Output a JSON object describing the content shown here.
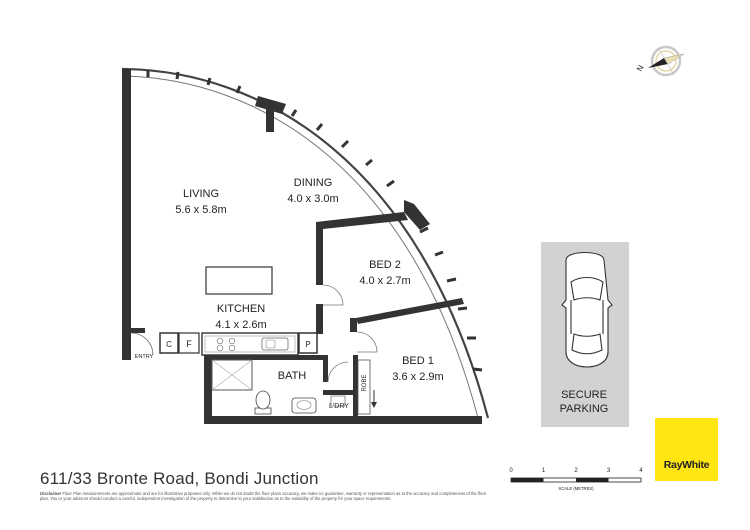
{
  "rooms": {
    "living": {
      "name": "LIVING",
      "size": "5.6 x 5.8m"
    },
    "dining": {
      "name": "DINING",
      "size": "4.0 x 3.0m"
    },
    "bed2": {
      "name": "BED 2",
      "size": "4.0 x 2.7m"
    },
    "kitchen": {
      "name": "KITCHEN",
      "size": "4.1 x 2.6m"
    },
    "bed1": {
      "name": "BED 1",
      "size": "3.6 x 2.9m"
    },
    "bath": {
      "name": "BATH"
    },
    "laundry": {
      "name": "L'DRY"
    },
    "robe": {
      "name": "ROBE"
    },
    "fridge": {
      "name": "F"
    },
    "cupboard": {
      "name": "C"
    },
    "pantry": {
      "name": "P"
    },
    "entry": {
      "name": "ENTRY"
    }
  },
  "parking": {
    "line1": "SECURE",
    "line2": "PARKING"
  },
  "compass": {
    "label": "N"
  },
  "scale": {
    "ticks": [
      "0",
      "1",
      "2",
      "3",
      "4"
    ],
    "caption": "SCALE (METRES)"
  },
  "address": "611/33 Bronte Road, Bondi Junction",
  "disclaimer": {
    "heading": "Disclaimer",
    "text": "Floor Plan measurements are approximate and are for illustrative purposes only. While we do not doubt the floor plans accuracy, we make no guarantee, warranty or representation as to the accuracy and completeness of the floor plan. You or your advisors should conduct a careful, independent investigation of the property to determine to your satisfaction as to the suitability of the property for your space requirements."
  },
  "brand": {
    "name": "RayWhite",
    "color": "#ffe512"
  },
  "colors": {
    "wall": "#333333",
    "line": "#555555"
  }
}
